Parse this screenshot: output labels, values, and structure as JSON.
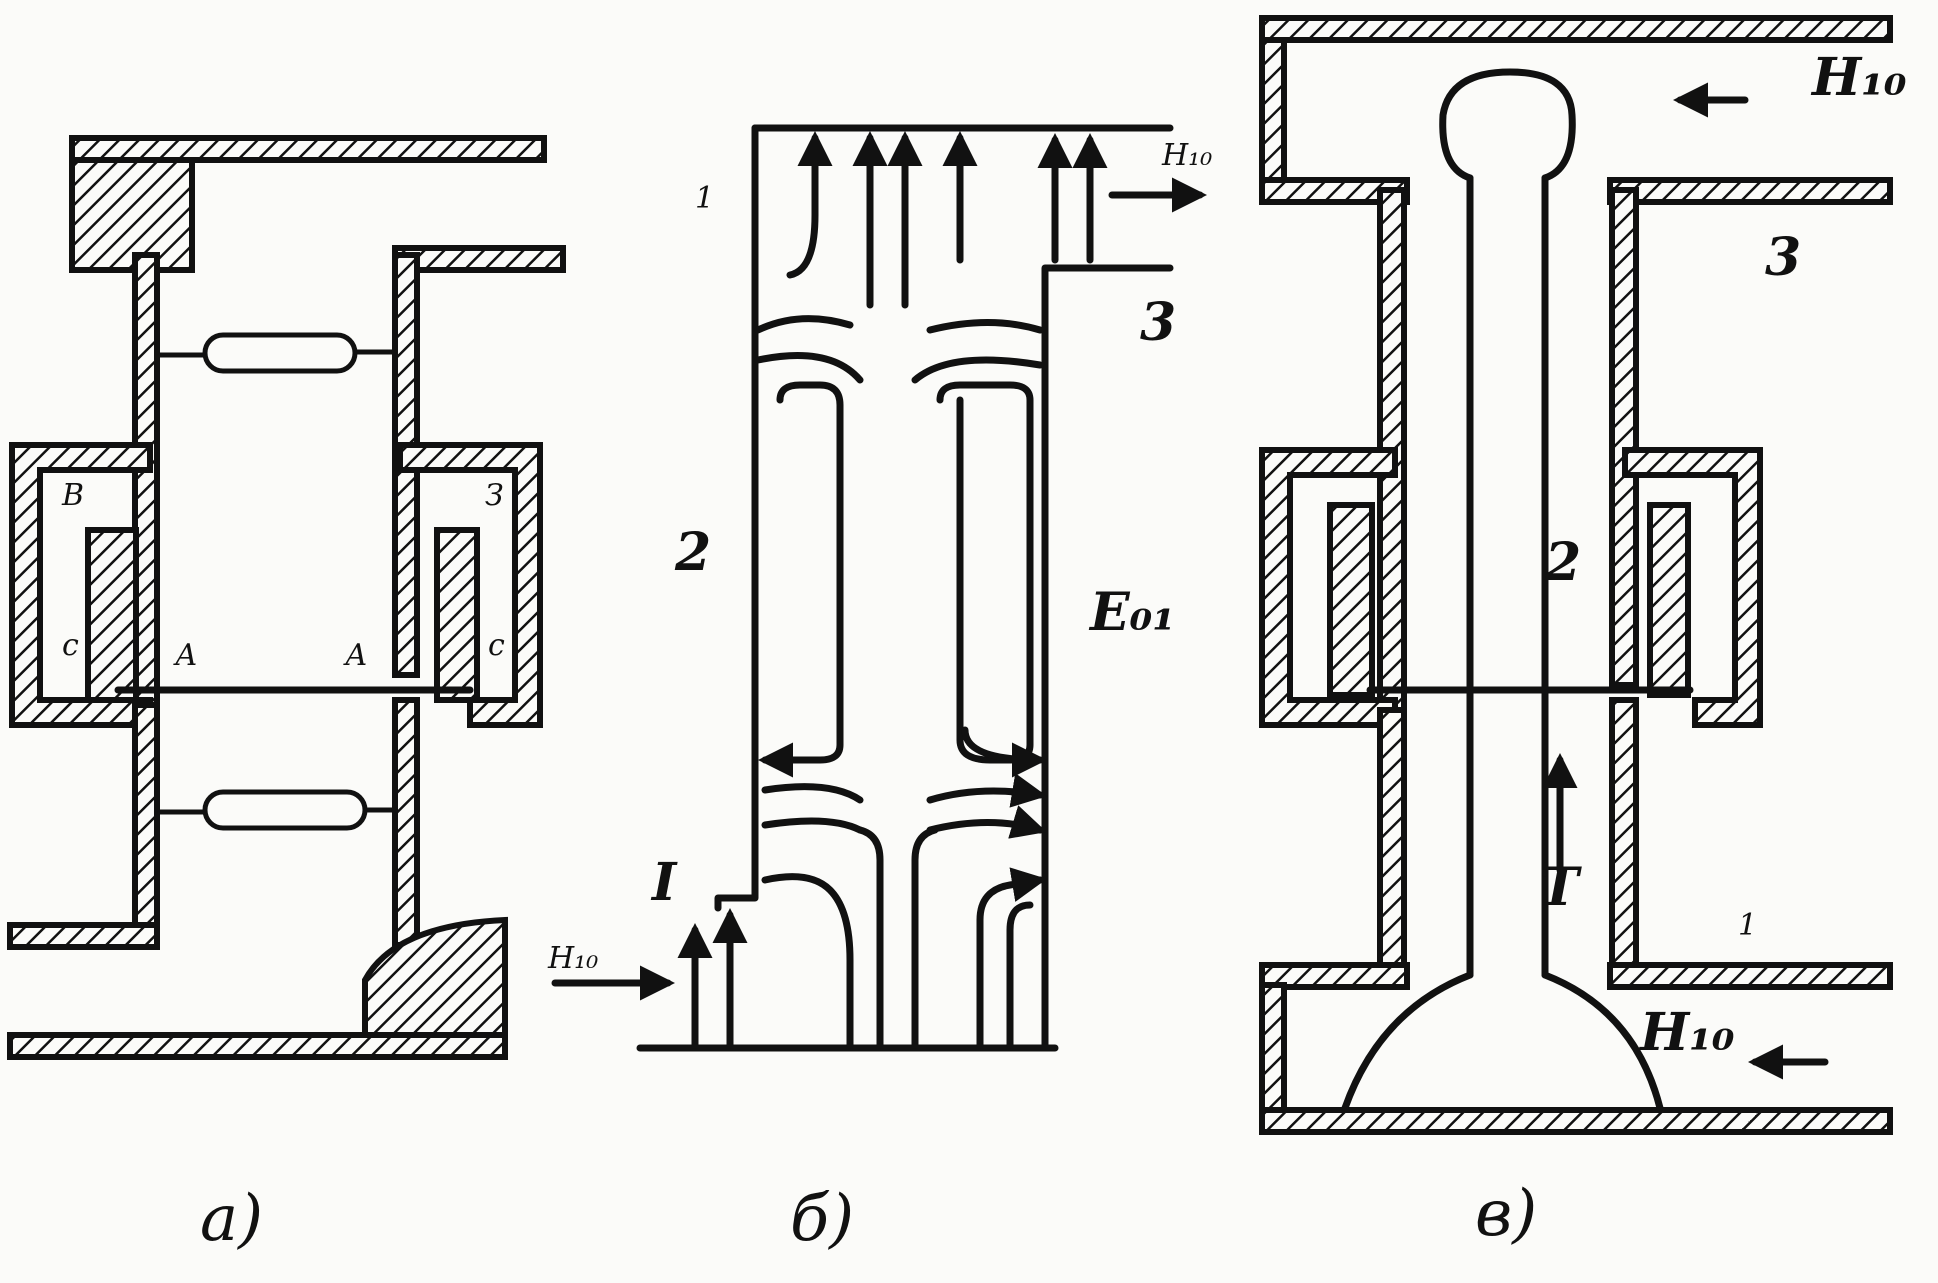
{
  "figure_a": {
    "caption": "а)",
    "labels": {
      "left_top": "В",
      "right_top": "З",
      "left_c": "с",
      "right_c": "с",
      "left_a": "А",
      "right_a": "А"
    }
  },
  "figure_b": {
    "caption": "б)",
    "labels": {
      "port_top": "1",
      "h_out": "H₁₀",
      "port_three": "3",
      "port_two": "2",
      "e_field": "E₀₁",
      "port_one": "I",
      "h_in": "H₁₀"
    }
  },
  "figure_c": {
    "caption": "в)",
    "labels": {
      "h_top": "H₁₀",
      "port_three": "3",
      "port_two": "2",
      "t_mode": "T",
      "port_one": "1",
      "h_bottom": "H₁₀"
    }
  }
}
